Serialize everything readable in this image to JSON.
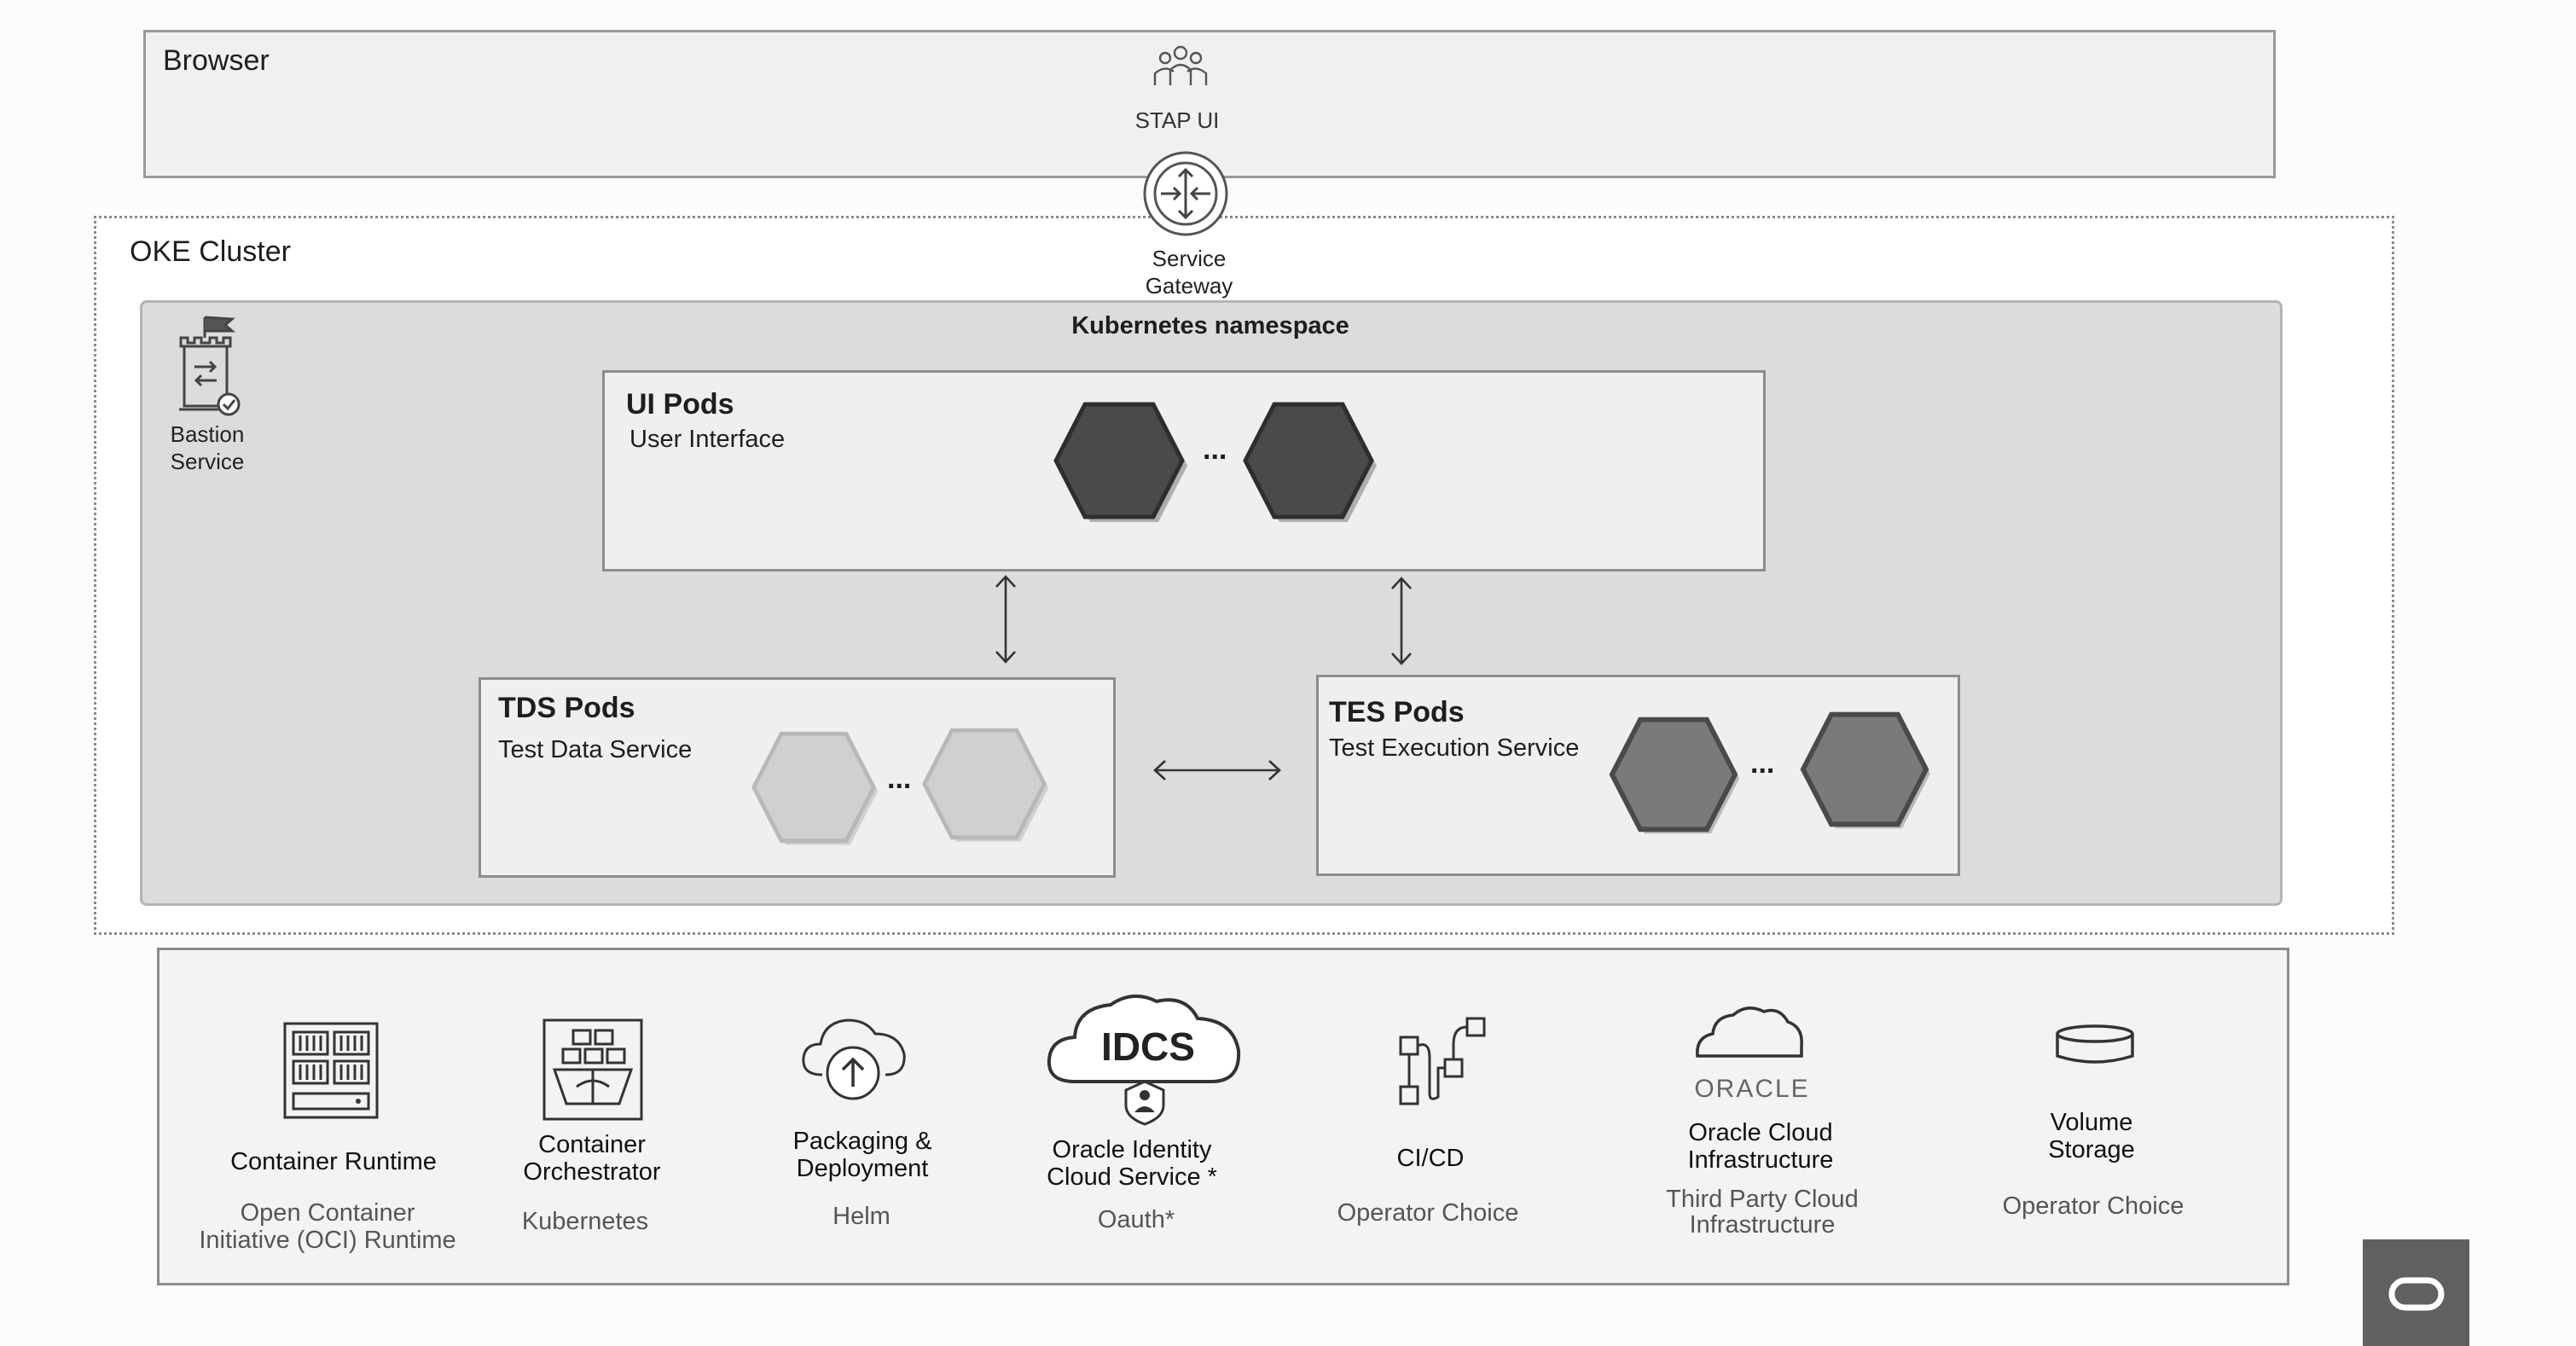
{
  "browser": {
    "label": "Browser",
    "stap_ui": "STAP UI"
  },
  "gateway": {
    "line1": "Service",
    "line2": "Gateway"
  },
  "cluster": {
    "label": "OKE Cluster"
  },
  "bastion": {
    "line1": "Bastion",
    "line2": "Service"
  },
  "namespace": {
    "label": "Kubernetes namespace"
  },
  "pods": {
    "ui": {
      "title": "UI Pods",
      "subtitle": "User Interface",
      "ellipsis": "..."
    },
    "tds": {
      "title": "TDS Pods",
      "subtitle": "Test Data Service",
      "ellipsis": "..."
    },
    "tes": {
      "title": "TES Pods",
      "subtitle": "Test Execution Service",
      "ellipsis": "..."
    }
  },
  "features": [
    {
      "title_lines": [
        "",
        "Container Runtime"
      ],
      "sub_lines": [
        "Open Container",
        "Initiative (OCI) Runtime"
      ],
      "icon": "server-rack-icon"
    },
    {
      "title_lines": [
        "Container",
        "Orchestrator"
      ],
      "sub_lines": [
        "Kubernetes",
        ""
      ],
      "icon": "container-ship-icon"
    },
    {
      "title_lines": [
        "Packaging &",
        "Deployment"
      ],
      "sub_lines": [
        "Helm",
        ""
      ],
      "icon": "cloud-upload-icon"
    },
    {
      "title_lines": [
        "Oracle Identity",
        "Cloud Service *"
      ],
      "sub_lines": [
        "Oauth*",
        ""
      ],
      "icon": "idcs-cloud-icon",
      "icon_text": "IDCS"
    },
    {
      "title_lines": [
        "",
        "CI/CD"
      ],
      "sub_lines": [
        "Operator Choice",
        ""
      ],
      "icon": "pipeline-icon"
    },
    {
      "title_lines": [
        "Oracle Cloud",
        "Infrastructure"
      ],
      "sub_lines": [
        "Third Party Cloud",
        "Infrastructure"
      ],
      "icon": "oracle-cloud-icon",
      "icon_text": "ORACLE"
    },
    {
      "title_lines": [
        "Volume",
        "Storage"
      ],
      "sub_lines": [
        "Operator Choice",
        ""
      ],
      "icon": "storage-disk-icon"
    }
  ],
  "colors": {
    "hex_dark": "#4a4a4a",
    "hex_light": "#d0d0d0",
    "hex_medium": "#7a7a7a",
    "logo_bg": "#606060"
  }
}
